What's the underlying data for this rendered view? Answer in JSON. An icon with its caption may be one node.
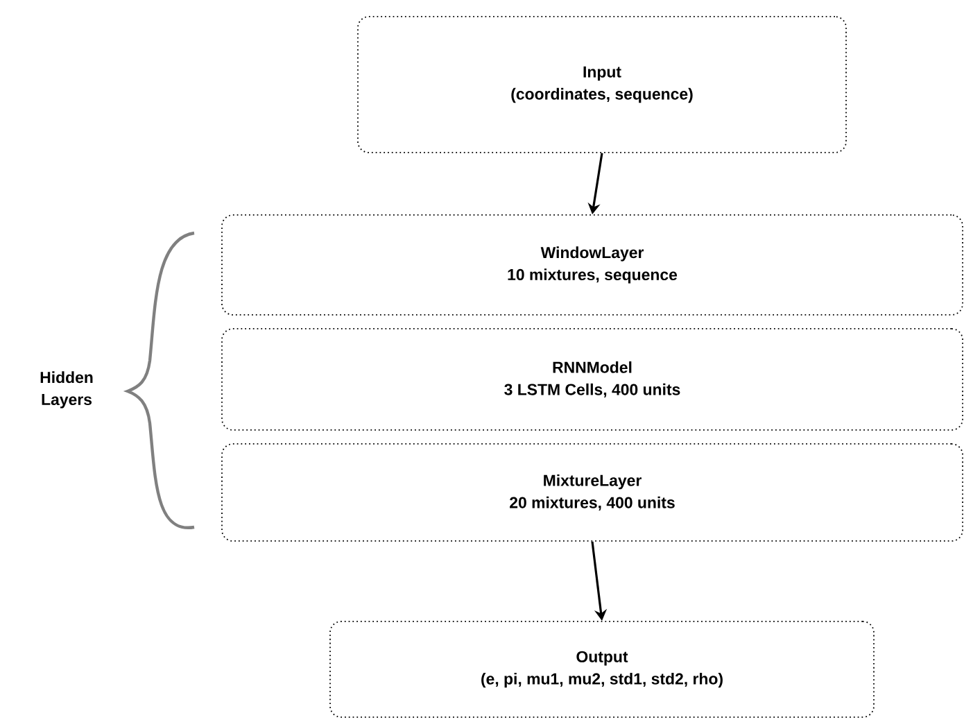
{
  "diagram": {
    "nodes": [
      {
        "text": [
          "Input",
          "(coordinates, sequence)"
        ]
      },
      {
        "text": [
          "WindowLayer",
          "10 mixtures, sequence"
        ]
      },
      {
        "text": [
          "RNNModel",
          "3 LSTM Cells, 400 units"
        ]
      },
      {
        "text": [
          "MixtureLayer",
          "20 mixtures, 400 units"
        ]
      },
      {
        "text": [
          "Output",
          "(e, pi, mu1, mu2, std1, std2, rho)"
        ]
      }
    ],
    "edges": [
      {
        "from": 0,
        "to": 1,
        "arrow": "to"
      },
      {
        "from": 3,
        "to": 4,
        "arrow": "to"
      }
    ],
    "labels": [
      "Hidden Layers"
    ]
  }
}
